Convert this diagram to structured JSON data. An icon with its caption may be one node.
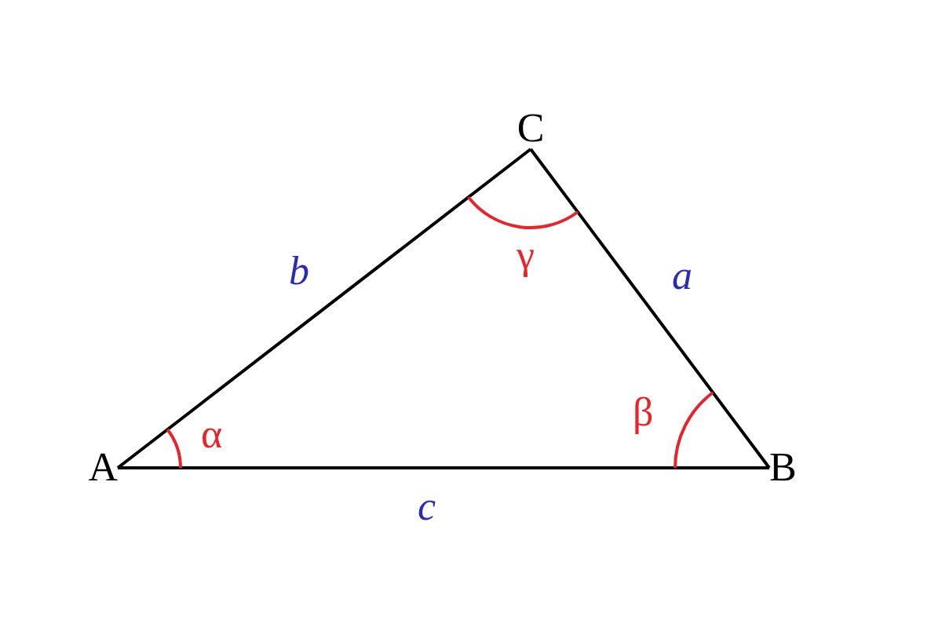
{
  "diagram": {
    "nodes": [
      {
        "text": [
          "C"
        ]
      },
      {
        "text": [
          "A"
        ]
      },
      {
        "text": [
          "B"
        ]
      }
    ],
    "edges": [
      {
        "from": 1,
        "to": 0,
        "arrow": "none",
        "label": "b"
      },
      {
        "from": 0,
        "to": 2,
        "arrow": "none",
        "label": "a"
      },
      {
        "from": 1,
        "to": 2,
        "arrow": "none",
        "label": "c"
      }
    ],
    "labels": [
      "γ",
      "β",
      "α"
    ]
  }
}
